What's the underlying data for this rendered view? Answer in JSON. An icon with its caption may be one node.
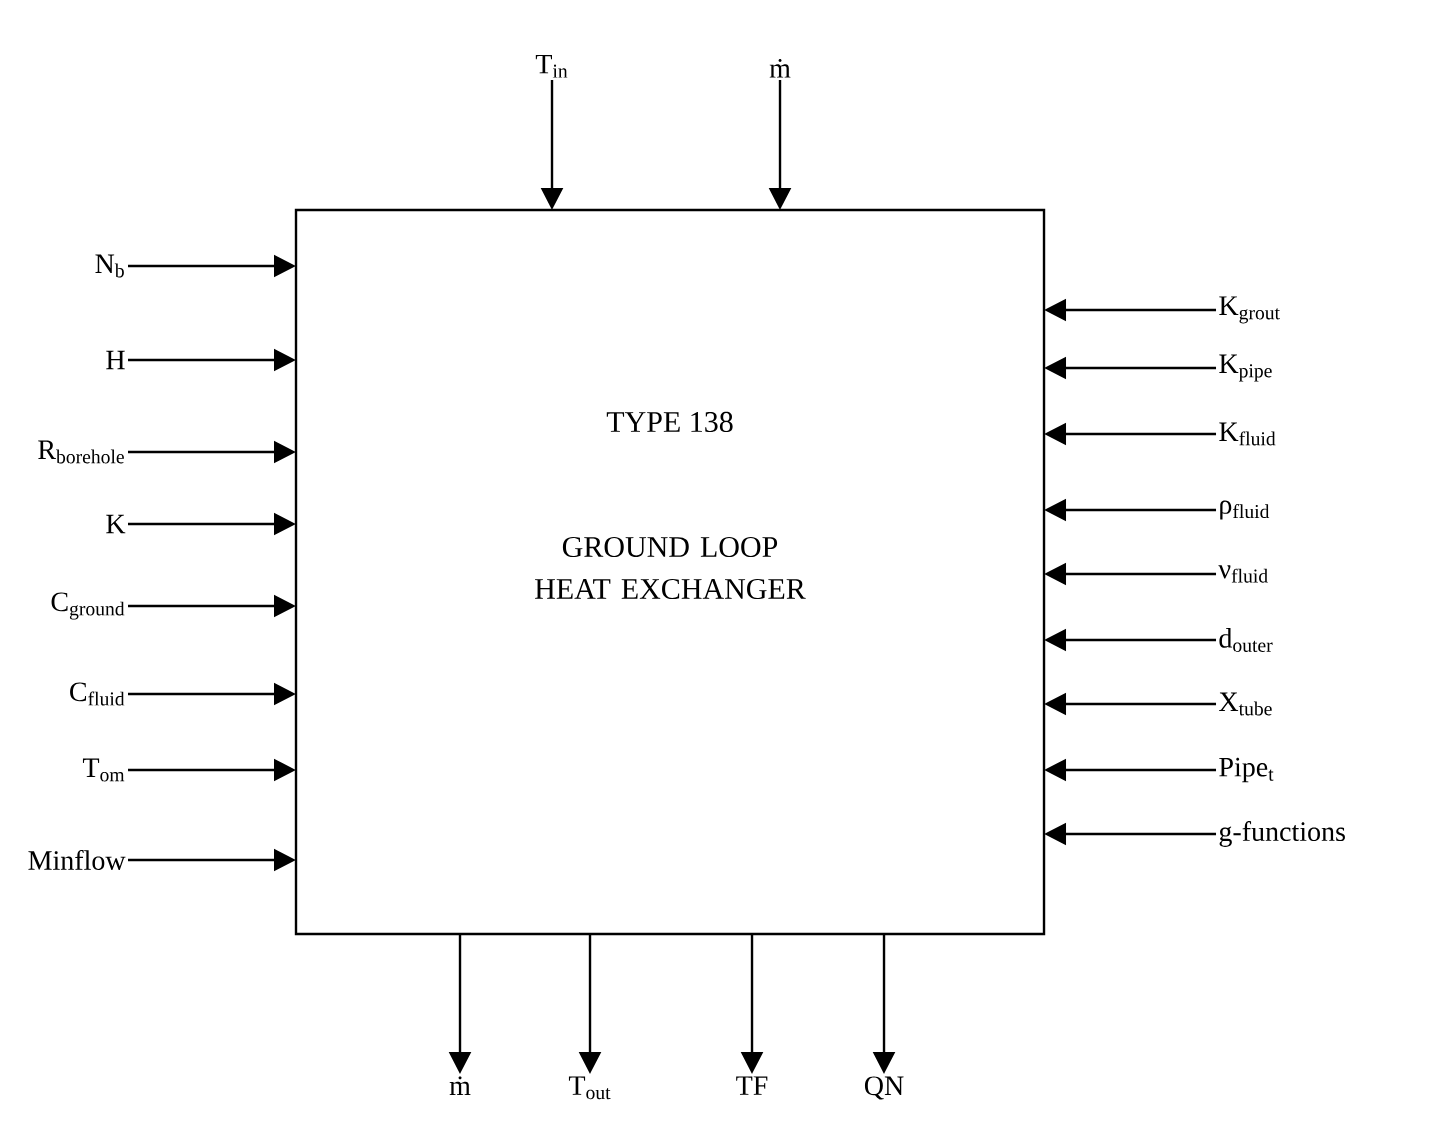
{
  "diagram": {
    "nodes": [
      {
        "text": [
          "TYPE 138",
          "GROUND LOOP HEAT EXCHANGER"
        ]
      },
      {
        "text": [
          "N$_{b}$"
        ]
      },
      {
        "text": [
          "H"
        ]
      },
      {
        "text": [
          "R$_{borehole}$"
        ]
      },
      {
        "text": [
          "K"
        ]
      },
      {
        "text": [
          "C$_{ground}$"
        ]
      },
      {
        "text": [
          "C$_{fluid}$"
        ]
      },
      {
        "text": [
          "T$_{om}$"
        ]
      },
      {
        "text": [
          "Minflow"
        ]
      },
      {
        "text": [
          "T$_{in}$"
        ]
      },
      {
        "text": [
          "ṁ"
        ]
      },
      {
        "text": [
          "K$_{grout}$"
        ]
      },
      {
        "text": [
          "K$_{pipe}$"
        ]
      },
      {
        "text": [
          "K$_{fluid}$"
        ]
      },
      {
        "text": [
          "ρ$_{fluid}$"
        ]
      },
      {
        "text": [
          "ν$_{fluid}$"
        ]
      },
      {
        "text": [
          "d$_{outer}$"
        ]
      },
      {
        "text": [
          "X$_{tube}$"
        ]
      },
      {
        "text": [
          "Pipe$_{t}$"
        ]
      },
      {
        "text": [
          "g-functions"
        ]
      },
      {
        "text": [
          "ṁ"
        ]
      },
      {
        "text": [
          "T$_{out}$"
        ]
      },
      {
        "text": [
          "TF"
        ]
      },
      {
        "text": [
          "QN"
        ]
      }
    ],
    "edges": [
      {
        "from": 1,
        "to": 0,
        "arrow": "to"
      },
      {
        "from": 2,
        "to": 0,
        "arrow": "to"
      },
      {
        "from": 3,
        "to": 0,
        "arrow": "to"
      },
      {
        "from": 4,
        "to": 0,
        "arrow": "to"
      },
      {
        "from": 5,
        "to": 0,
        "arrow": "to"
      },
      {
        "from": 6,
        "to": 0,
        "arrow": "to"
      },
      {
        "from": 7,
        "to": 0,
        "arrow": "to"
      },
      {
        "from": 8,
        "to": 0,
        "arrow": "to"
      },
      {
        "from": 9,
        "to": 0,
        "arrow": "to"
      },
      {
        "from": 10,
        "to": 0,
        "arrow": "to"
      },
      {
        "from": 11,
        "to": 0,
        "arrow": "to"
      },
      {
        "from": 12,
        "to": 0,
        "arrow": "to"
      },
      {
        "from": 13,
        "to": 0,
        "arrow": "to"
      },
      {
        "from": 14,
        "to": 0,
        "arrow": "to"
      },
      {
        "from": 15,
        "to": 0,
        "arrow": "to"
      },
      {
        "from": 16,
        "to": 0,
        "arrow": "to"
      },
      {
        "from": 17,
        "to": 0,
        "arrow": "to"
      },
      {
        "from": 18,
        "to": 0,
        "arrow": "to"
      },
      {
        "from": 19,
        "to": 0,
        "arrow": "to"
      },
      {
        "from": 0,
        "to": 20,
        "arrow": "to"
      },
      {
        "from": 0,
        "to": 21,
        "arrow": "to"
      },
      {
        "from": 0,
        "to": 22,
        "arrow": "to"
      },
      {
        "from": 0,
        "to": 23,
        "arrow": "to"
      }
    ]
  }
}
